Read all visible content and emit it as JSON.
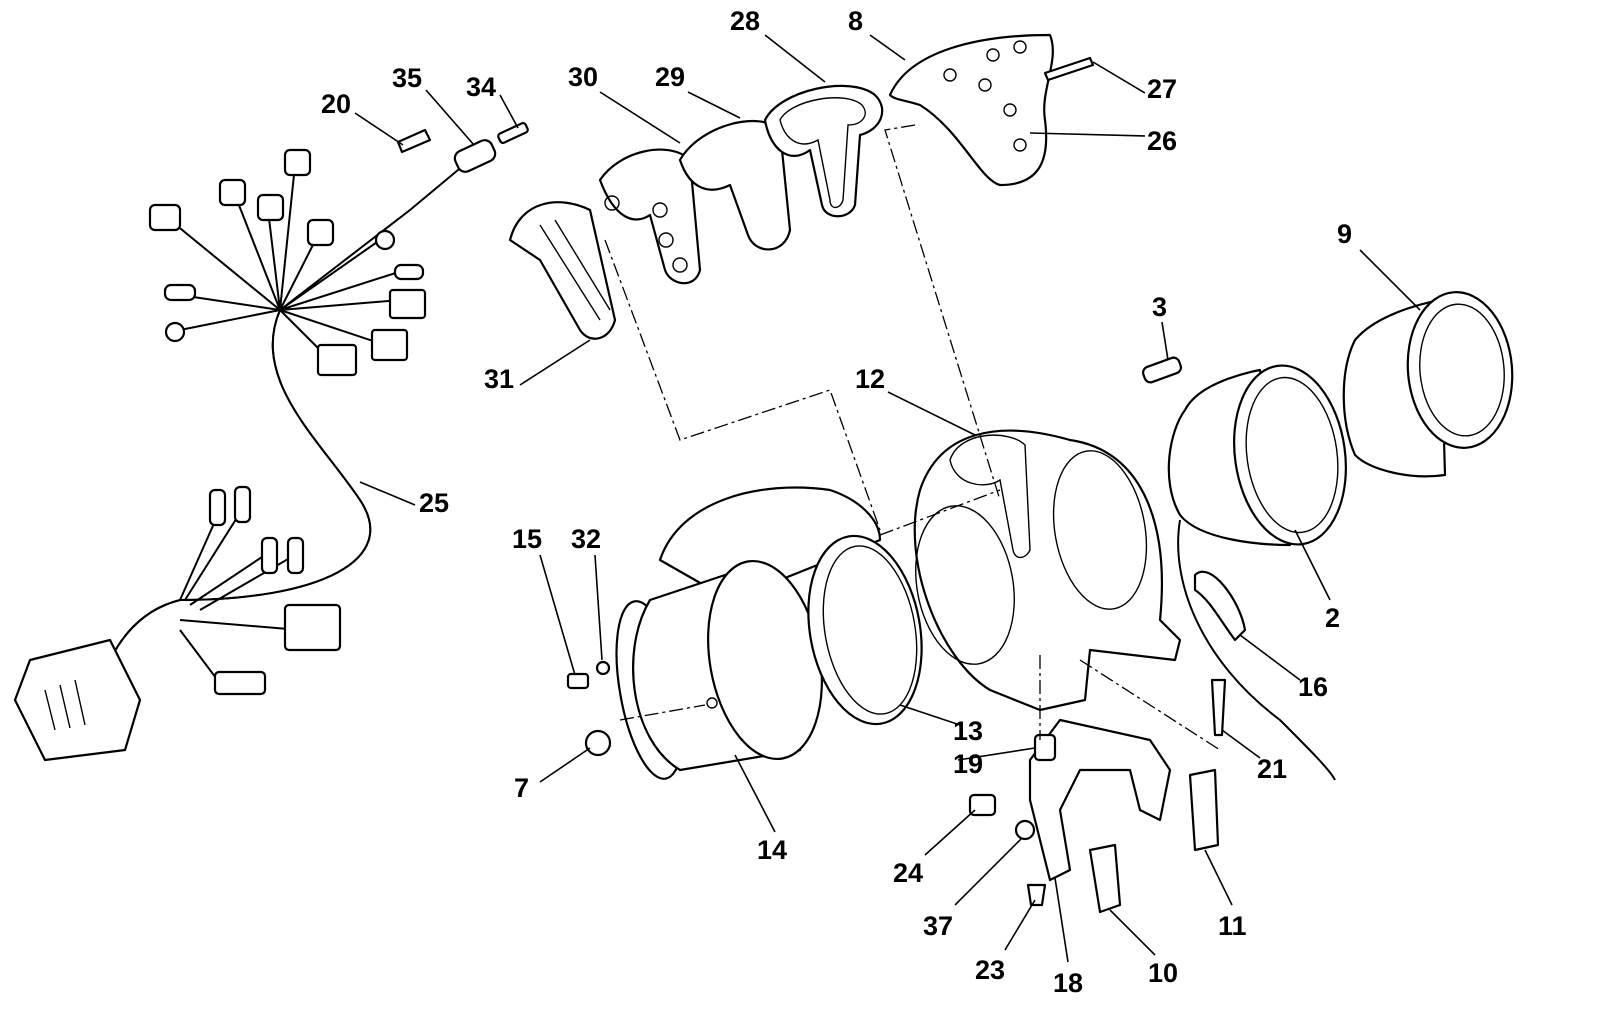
{
  "diagram": {
    "type": "exploded-parts-view",
    "callouts": {
      "p2": "2",
      "p3": "3",
      "p7": "7",
      "p8": "8",
      "p9": "9",
      "p10": "10",
      "p11": "11",
      "p12": "12",
      "p13": "13",
      "p14": "14",
      "p15": "15",
      "p16": "16",
      "p18": "18",
      "p19": "19",
      "p20": "20",
      "p21": "21",
      "p23": "23",
      "p24": "24",
      "p25": "25",
      "p26": "26",
      "p27": "27",
      "p28": "28",
      "p29": "29",
      "p30": "30",
      "p31": "31",
      "p32": "32",
      "p34": "34",
      "p35": "35",
      "p37": "37"
    }
  }
}
